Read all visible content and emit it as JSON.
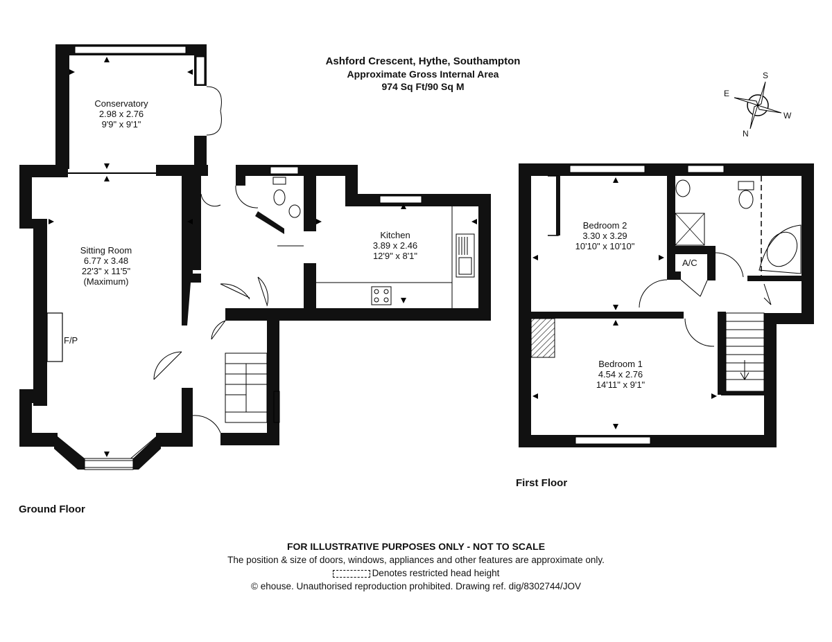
{
  "header": {
    "address": "Ashford Crescent, Hythe, Southampton",
    "area_label": "Approximate Gross Internal Area",
    "area_value": "974 Sq Ft/90 Sq M"
  },
  "compass": {
    "s": "S",
    "e": "E",
    "w": "W",
    "n": "N"
  },
  "ground_floor": {
    "label": "Ground Floor",
    "rooms": [
      {
        "name": "Conservatory",
        "metric": "2.98 x 2.76",
        "imperial": "9'9\" x 9'1\""
      },
      {
        "name": "Sitting Room",
        "metric": "6.77 x 3.48",
        "imperial": "22'3\" x 11'5\"",
        "note": "(Maximum)"
      },
      {
        "name": "Kitchen",
        "metric": "3.89 x 2.46",
        "imperial": "12'9\" x 8'1\""
      }
    ],
    "fireplace": "F/P"
  },
  "first_floor": {
    "label": "First Floor",
    "rooms": [
      {
        "name": "Bedroom 2",
        "metric": "3.30 x 3.29",
        "imperial": "10'10\" x 10'10\""
      },
      {
        "name": "Bedroom 1",
        "metric": "4.54 x 2.76",
        "imperial": "14'11\" x 9'1\""
      }
    ],
    "cupboard": "A/C"
  },
  "footer": {
    "disclaimer": "FOR ILLUSTRATIVE PURPOSES ONLY - NOT TO SCALE",
    "note": "The position & size of doors, windows, appliances and other features are approximate only.",
    "legend": "Denotes restricted head height",
    "copyright": "© ehouse. Unauthorised reproduction prohibited. Drawing ref. dig/8302744/JOV"
  }
}
